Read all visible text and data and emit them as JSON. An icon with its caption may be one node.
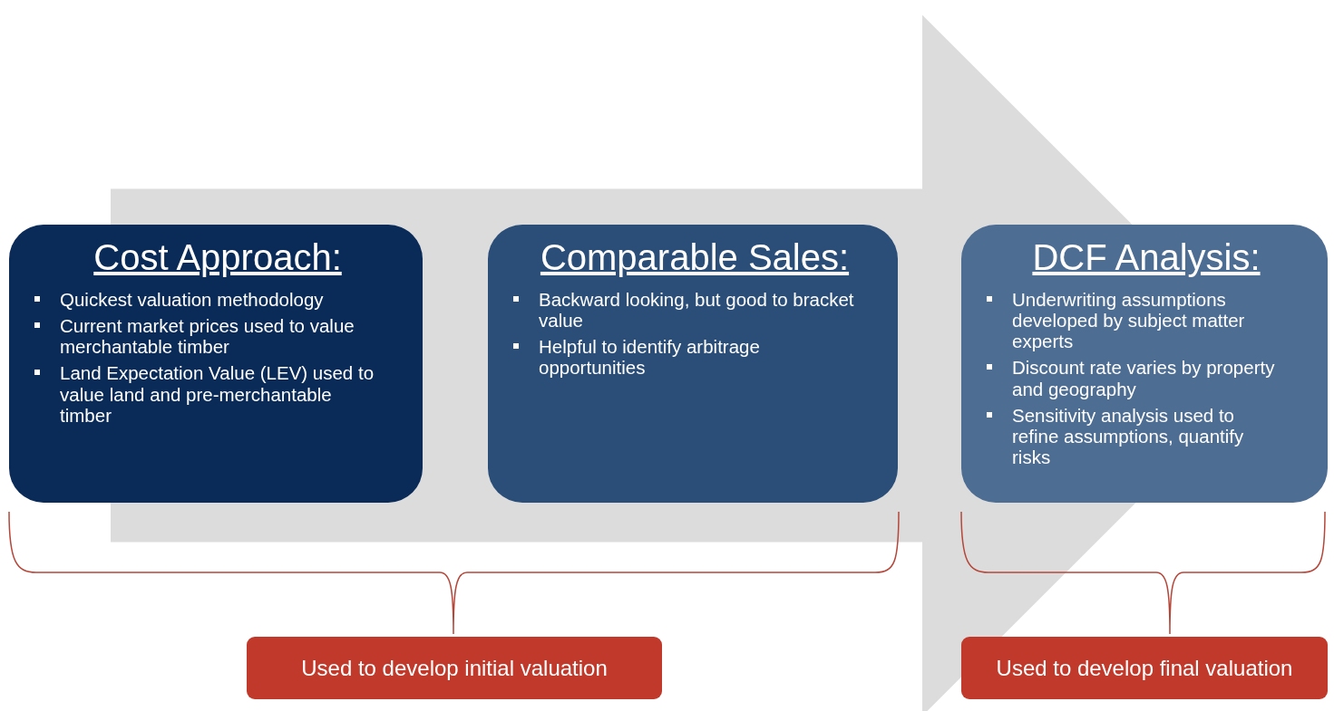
{
  "diagram": {
    "nodes": [
      {
        "text": [
          "Cost Approach:",
          "Quickest valuation methodology",
          "Current market prices used to value merchantable timber",
          "Land Expectation Value (LEV) used to value land and pre-merchantable timber"
        ]
      },
      {
        "text": [
          "Comparable Sales:",
          "Backward looking, but good to bracket value",
          "Helpful to identify arbitrage opportunities"
        ]
      },
      {
        "text": [
          "DCF Analysis:",
          "Underwriting assumptions developed by subject matter experts",
          "Discount rate varies by property and geography",
          "Sensitivity analysis used to refine assumptions, quantify risks"
        ]
      },
      {
        "text": [
          "Used to develop initial valuation"
        ]
      },
      {
        "text": [
          "Used to develop final valuation"
        ]
      }
    ],
    "edges": [
      {
        "from": 0,
        "to": 2,
        "arrow": "to",
        "style": "thick"
      }
    ]
  }
}
